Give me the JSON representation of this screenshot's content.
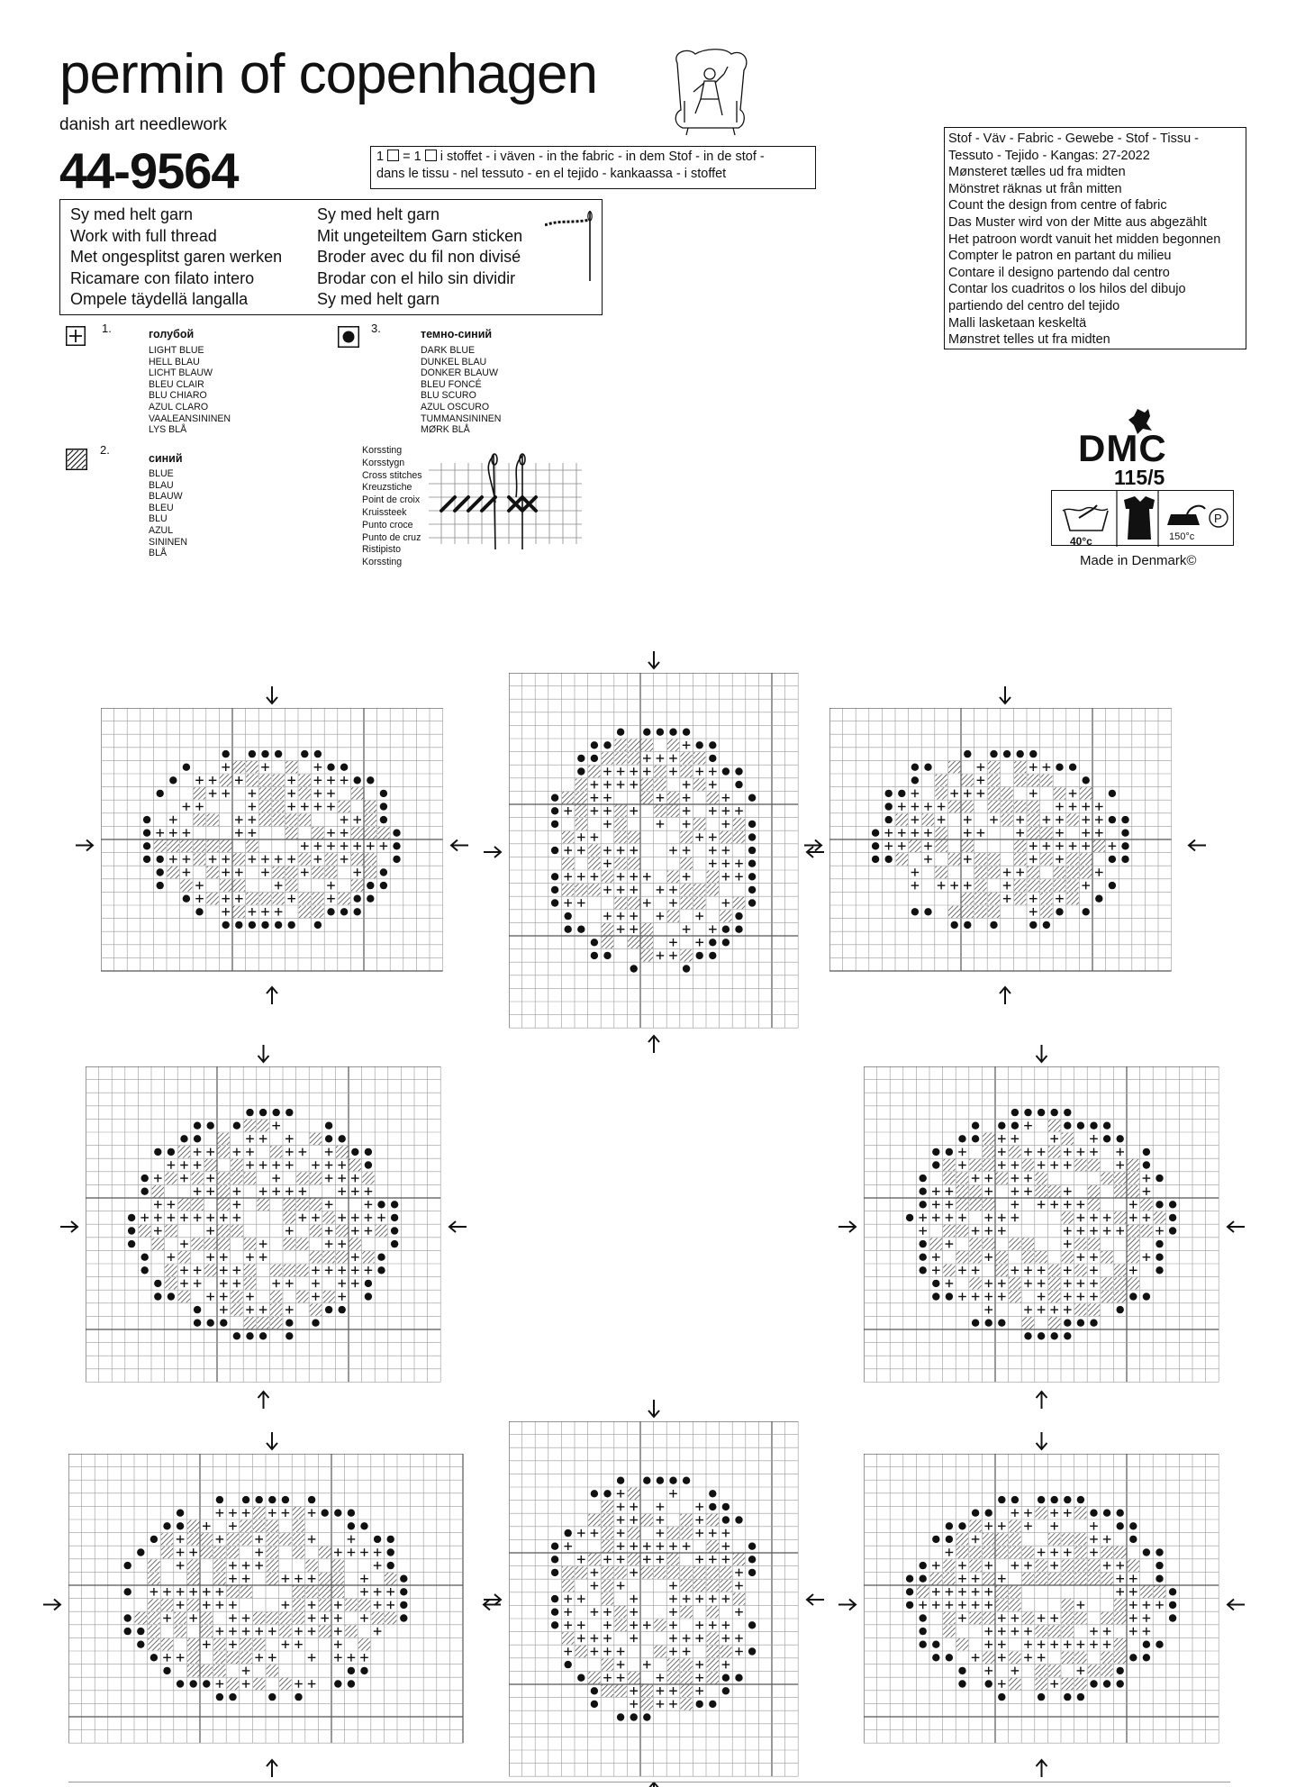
{
  "header": {
    "brand": "permin of copenhagen",
    "tagline": "danish art needlework",
    "article_number": "44-9564"
  },
  "fabric_note": {
    "line1_prefix": "1",
    "line1_eq": "= 1",
    "line1_rest": "i stoffet - i väven - in the fabric - in dem Stof - in de stof -",
    "line2": "dans le tissu - nel tessuto - en el tejido - kankaassa - i stoffet"
  },
  "thread_instructions": {
    "left": [
      "Sy med helt garn",
      "Work with full thread",
      "Met ongesplitst garen werken",
      "Ricamare con filato intero",
      "Ompele täydellä langalla"
    ],
    "right": [
      "Sy med helt garn",
      "Mit ungeteiltem Garn sticken",
      "Broder avec du fil non divisé",
      "Brodar con el hilo sin dividir",
      "Sy med helt garn"
    ]
  },
  "legend": [
    {
      "number": "1.",
      "symbol": "plus",
      "name": "голубой",
      "translations": [
        "LIGHT BLUE",
        "HELL BLAU",
        "LICHT BLAUW",
        "BLEU CLAIR",
        "BLU CHIARO",
        "AZUL CLARO",
        "VAALEANSININEN",
        "LYS BLÅ"
      ]
    },
    {
      "number": "2.",
      "symbol": "hatch",
      "name": "синий",
      "translations": [
        "BLUE",
        "BLAU",
        "BLAUW",
        "BLEU",
        "BLU",
        "AZUL",
        "SININEN",
        "BLÅ"
      ]
    },
    {
      "number": "3.",
      "symbol": "dot",
      "name": "темно-синий",
      "translations": [
        "DARK BLUE",
        "DUNKEL BLAU",
        "DONKER BLAUW",
        "BLEU FONCÉ",
        "BLU SCURO",
        "AZUL OSCURO",
        "TUMMANSININEN",
        "MØRK BLÅ"
      ]
    }
  ],
  "stitch_names": [
    "Korssting",
    "Korsstygn",
    "Cross stitches",
    "Kreuzstiche",
    "Point de croix",
    "Kruissteek",
    "Punto croce",
    "Punto de cruz",
    "Ristipisto",
    "Korssting"
  ],
  "instructions_box": [
    "Stof - Väv - Fabric - Gewebe - Stof - Tissu -",
    "Tessuto - Tejido - Kangas: 27-2022",
    "Mønsteret tælles ud fra midten",
    "Mönstret räknas ut från mitten",
    "Count the design from centre of fabric",
    "Das Muster wird von der Mitte aus abgezählt",
    "Het patroon wordt vanuit het midden begonnen",
    "Compter le patron en partant du milieu",
    "Contare il designo partendo dal centro",
    "Contar los cuadritos o los hilos del dibujo",
    "partiendo del centro del tejido",
    "Malli lasketaan keskeltä",
    "Mønstret telles ut fra midten"
  ],
  "dmc": {
    "logo": "DMC",
    "thread_number": "115/5",
    "wash_temp": "40°c",
    "iron_temp": "150°c",
    "dryclean": "P",
    "made_in": "Made in Denmark©"
  },
  "colors": {
    "ink": "#111111",
    "grid": "#9a9a9a",
    "grid_major": "#555555",
    "hatch": "#333333"
  }
}
